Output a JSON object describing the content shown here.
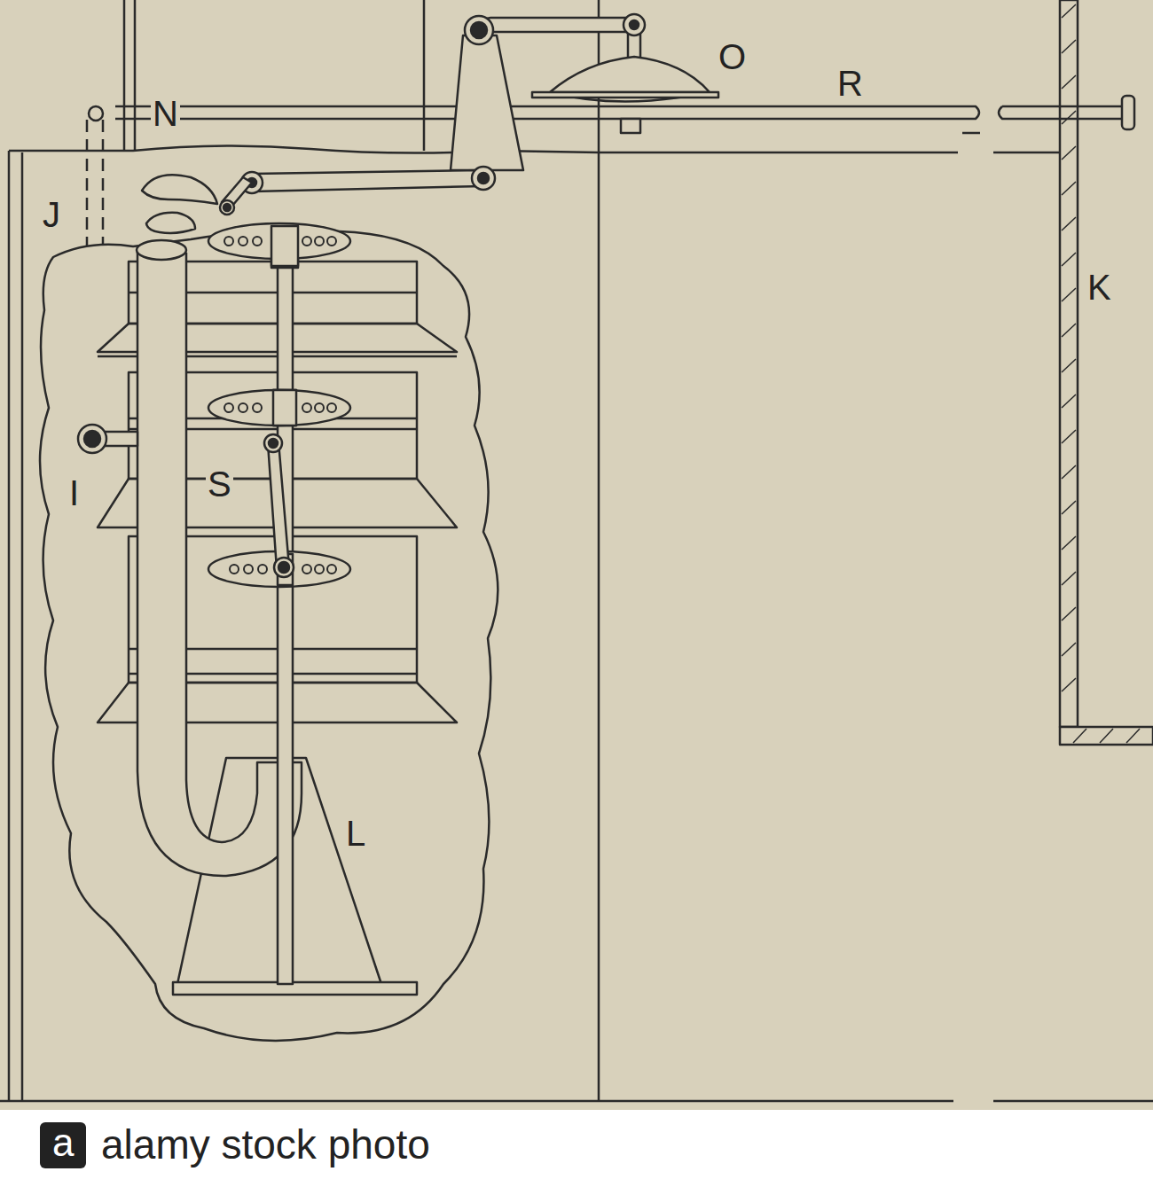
{
  "diagram": {
    "labels": [
      "N",
      "O",
      "R",
      "J",
      "K",
      "I",
      "S",
      "L",
      "a",
      "alamy stock photo"
    ]
  }
}
